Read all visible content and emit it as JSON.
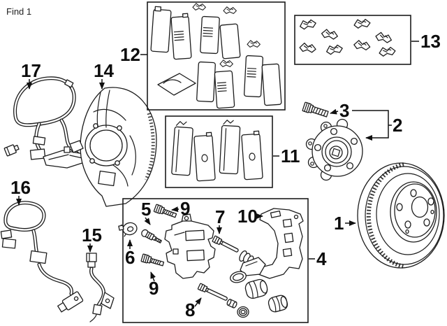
{
  "header": {
    "find_label": "Find 1"
  },
  "colors": {
    "line": "#1c1c1c",
    "background": "#ffffff",
    "label": "#0d0d0d"
  },
  "callouts": [
    {
      "part": "17"
    },
    {
      "part": "14"
    },
    {
      "part": "12"
    },
    {
      "part": "13"
    },
    {
      "part": "3"
    },
    {
      "part": "2"
    },
    {
      "part": "11"
    },
    {
      "part": "1"
    },
    {
      "part": "16"
    },
    {
      "part": "15"
    },
    {
      "part": "5"
    },
    {
      "part": "9"
    },
    {
      "part": "6"
    },
    {
      "part": "9"
    },
    {
      "part": "7"
    },
    {
      "part": "10"
    },
    {
      "part": "8"
    },
    {
      "part": "4"
    }
  ]
}
